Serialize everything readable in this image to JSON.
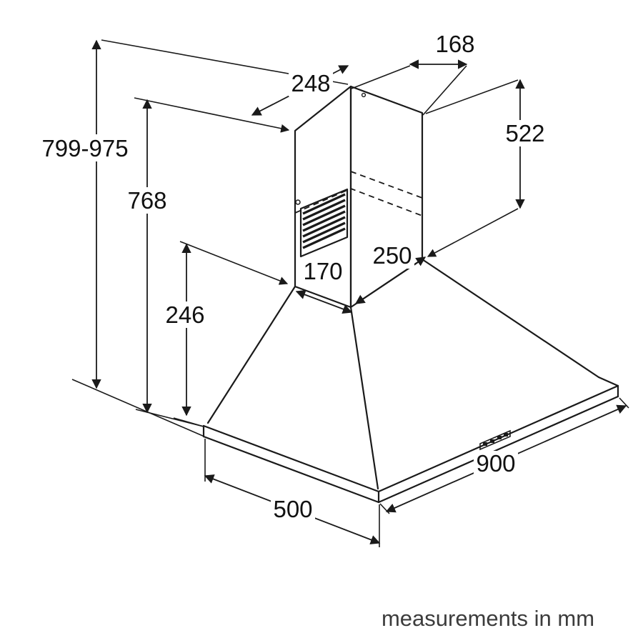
{
  "note": {
    "units_label": "measurements in mm"
  },
  "dimensions": {
    "overall_height_range": "799-975",
    "height_to_duct_top": "768",
    "hood_height": "246",
    "duct_top_width": "248",
    "duct_top_depth": "168",
    "duct_height": "522",
    "duct_bottom_width": "170",
    "duct_bottom_depth": "250",
    "hood_width": "900",
    "hood_depth": "500"
  }
}
